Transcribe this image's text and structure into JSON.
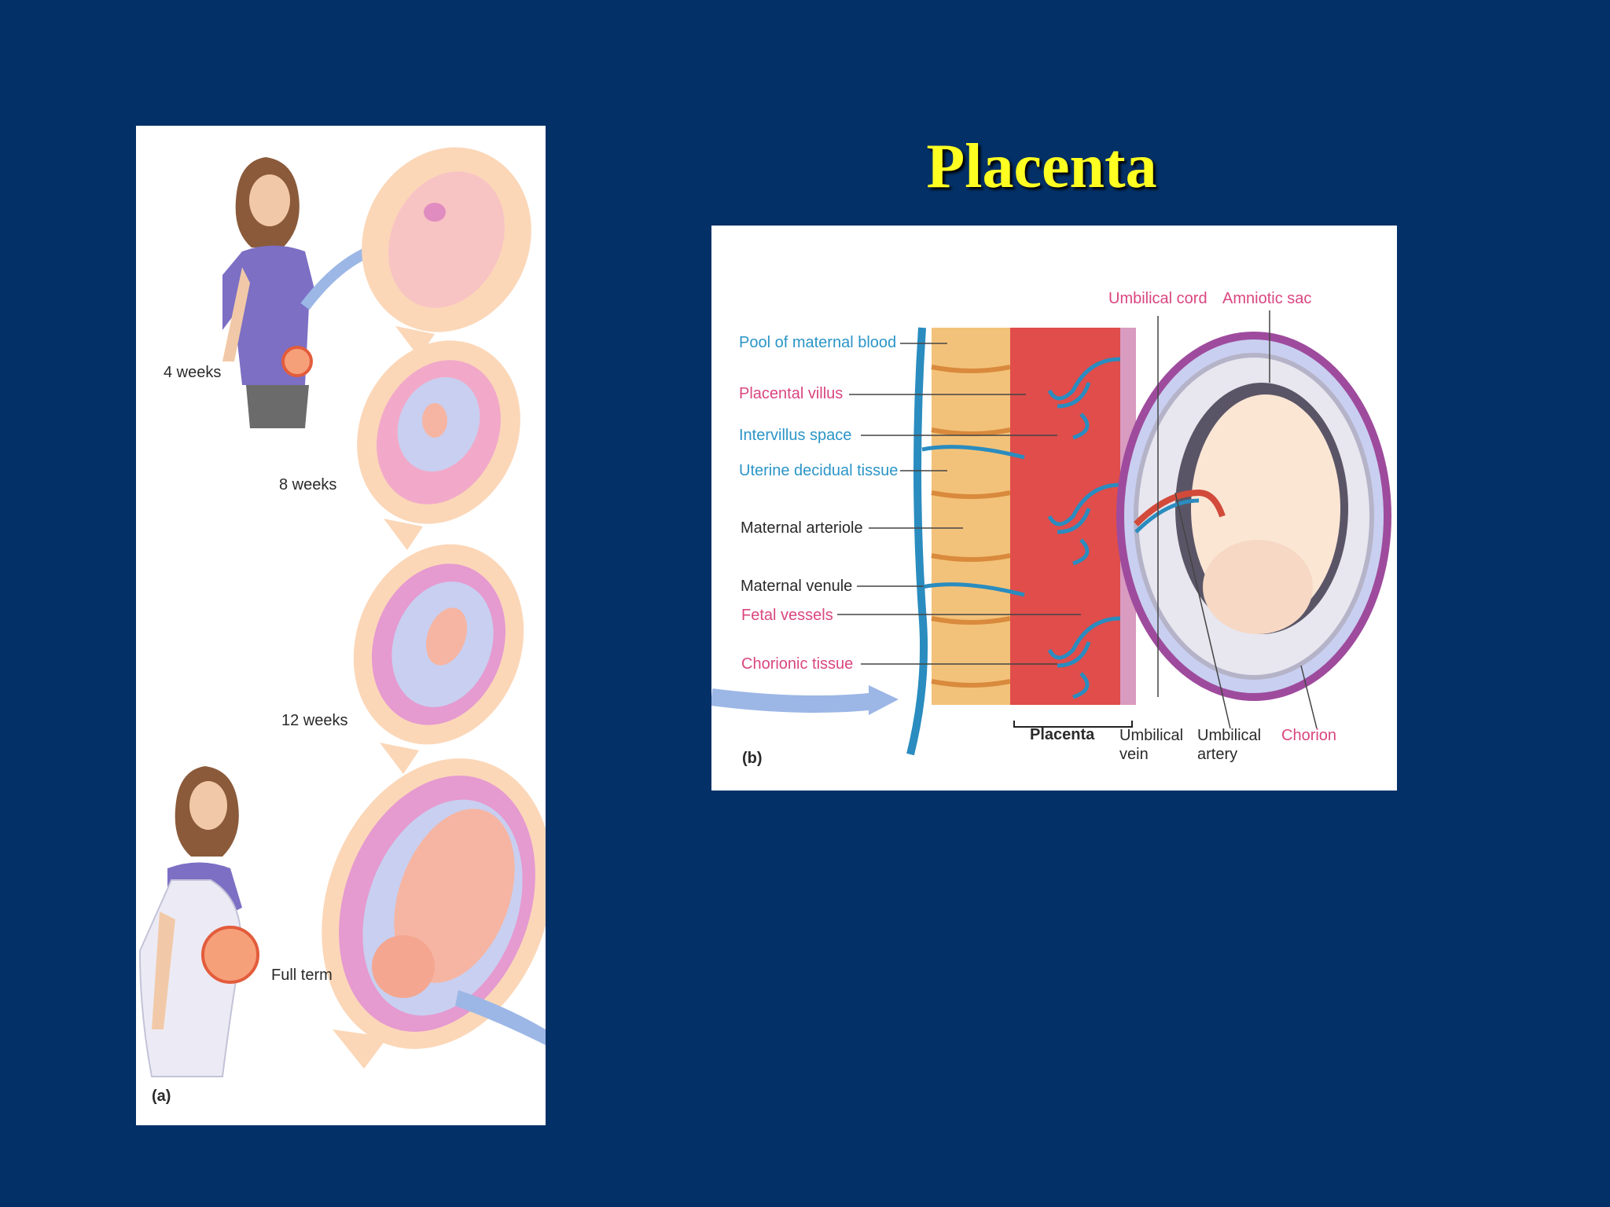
{
  "slide": {
    "title": "Placenta"
  },
  "panel_a": {
    "stages": [
      "4 weeks",
      "8 weeks",
      "12 weeks",
      "Full term"
    ],
    "panel_letter": "(a)"
  },
  "panel_b": {
    "panel_letter": "(b)",
    "labels_left": [
      {
        "text": "Pool of maternal blood",
        "color": "#2b95c7"
      },
      {
        "text": "Placental villus",
        "color": "#d9467f"
      },
      {
        "text": "Intervillus space",
        "color": "#2b95c7"
      },
      {
        "text": "Uterine decidual tissue",
        "color": "#2b95c7"
      },
      {
        "text": "Maternal arteriole",
        "color": "#2a2a2a"
      },
      {
        "text": "Maternal venule",
        "color": "#2a2a2a"
      },
      {
        "text": "Fetal vessels",
        "color": "#d9467f"
      },
      {
        "text": "Chorionic tissue",
        "color": "#d9467f"
      }
    ],
    "labels_top": [
      "Umbilical cord",
      "Amniotic sac"
    ],
    "labels_bottom": {
      "placenta": "Placenta",
      "umbilical_vein": [
        "Umbilical",
        "vein"
      ],
      "umbilical_artery": [
        "Umbilical",
        "artery"
      ],
      "chorion": "Chorion"
    }
  },
  "colors": {
    "background": "#033066",
    "title": "#ffff22",
    "blue_label": "#2b95c7",
    "pink_label": "#d9467f",
    "placenta_red": "#e04d4b",
    "vessel_blue": "#2a8cbf"
  }
}
